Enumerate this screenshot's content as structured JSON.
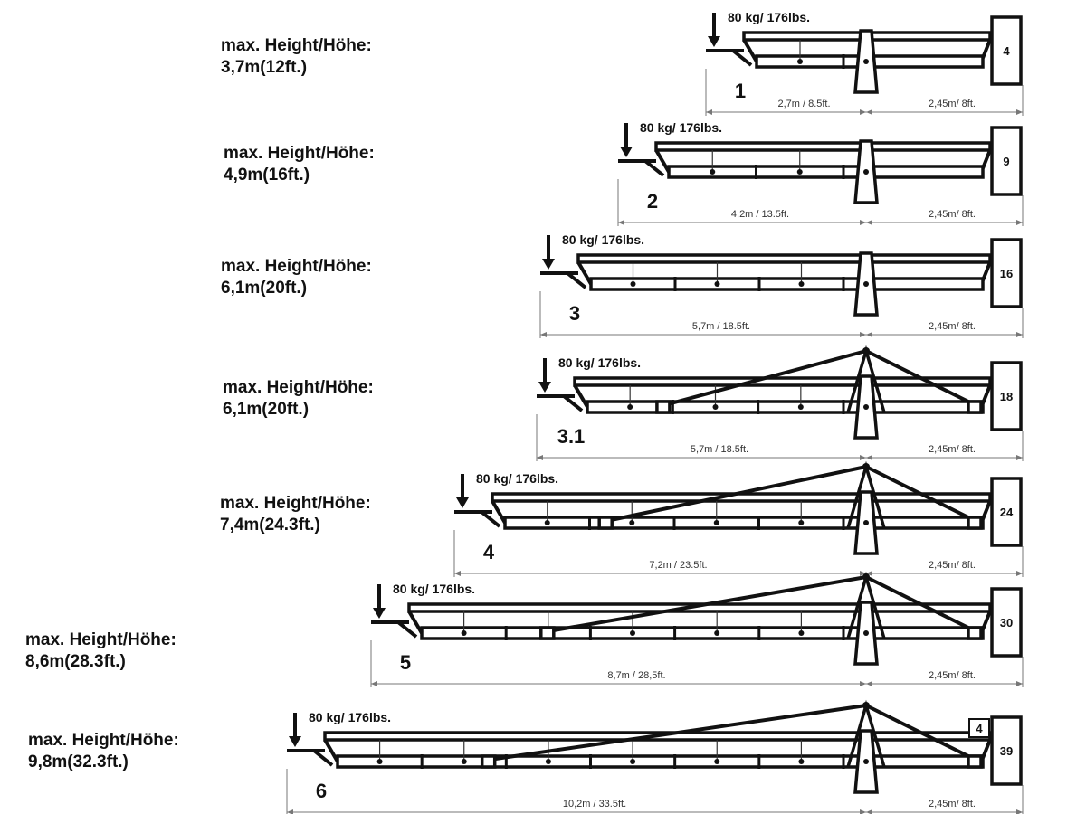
{
  "colors": {
    "ink": "#111111",
    "background": "#ffffff"
  },
  "configs": [
    {
      "id": "1",
      "height_label": "max. Height/Höhe:",
      "height_value": "3,7m(12ft.)",
      "load": "80 kg/ 176lbs.",
      "counterweight": "4",
      "reach": "2,7m / 8.5ft.",
      "back": "2,45m/ 8ft.",
      "tie": false
    },
    {
      "id": "2",
      "height_label": "max. Height/Höhe:",
      "height_value": "4,9m(16ft.)",
      "load": "80 kg/ 176lbs.",
      "counterweight": "9",
      "reach": "4,2m / 13.5ft.",
      "back": "2,45m/ 8ft.",
      "tie": false
    },
    {
      "id": "3",
      "height_label": "max. Height/Höhe:",
      "height_value": "6,1m(20ft.)",
      "load": "80 kg/ 176lbs.",
      "counterweight": "16",
      "reach": "5,7m / 18.5ft.",
      "back": "2,45m/ 8ft.",
      "tie": false
    },
    {
      "id": "3.1",
      "height_label": "max. Height/Höhe:",
      "height_value": "6,1m(20ft.)",
      "load": "80 kg/ 176lbs.",
      "counterweight": "18",
      "reach": "5,7m / 18.5ft.",
      "back": "2,45m/ 8ft.",
      "tie": true
    },
    {
      "id": "4",
      "height_label": "max. Height/Höhe:",
      "height_value": "7,4m(24.3ft.)",
      "load": "80 kg/ 176lbs.",
      "counterweight": "24",
      "reach": "7,2m / 23.5ft.",
      "back": "2,45m/ 8ft.",
      "tie": true
    },
    {
      "id": "5",
      "height_label": "max. Height/Höhe:",
      "height_value": "8,6m(28.3ft.)",
      "load": "80 kg/ 176lbs.",
      "counterweight": "30",
      "reach": "8,7m / 28,5ft.",
      "back": "2,45m/ 8ft.",
      "tie": true
    },
    {
      "id": "6",
      "height_label": "max. Height/Höhe:",
      "height_value": "9,8m(32.3ft.)",
      "load": "80 kg/ 176lbs.",
      "counterweight": "39",
      "extra_weight": "4",
      "reach": "10,2m / 33.5ft.",
      "back": "2,45m/ 8ft.",
      "tie": true
    }
  ]
}
